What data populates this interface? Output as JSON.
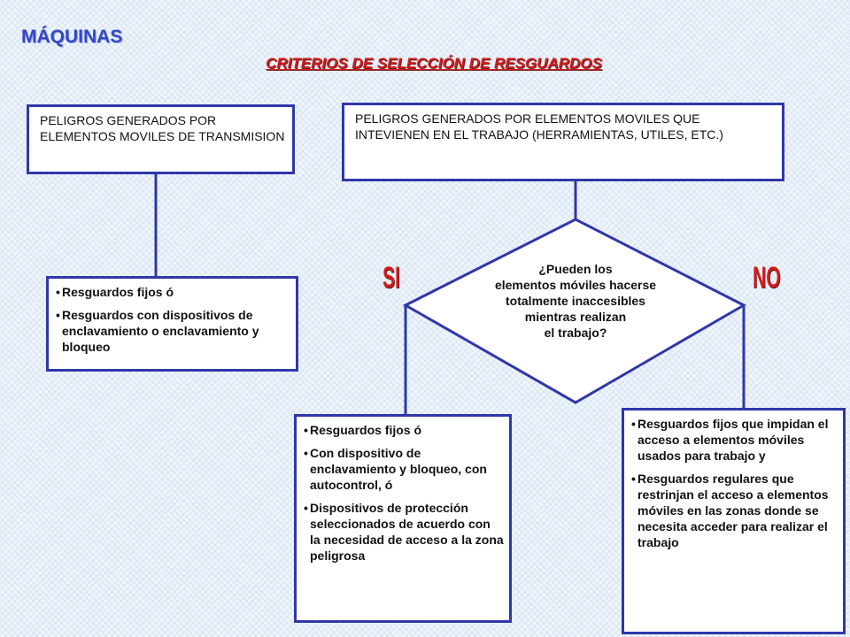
{
  "title": "MÁQUINAS",
  "subtitle": "CRITERIOS DE SELECCIÓN DE RESGUARDOS",
  "left_hazard": "PELIGROS GENERADOS POR ELEMENTOS MOVILES DE TRANSMISION",
  "right_hazard": "PELIGROS GENERADOS POR ELEMENTOS MOVILES QUE INTEVIENEN EN EL TRABAJO (HERRAMIENTAS, UTILES, ETC.)",
  "decision": {
    "lines": [
      "¿Pueden los",
      "elementos móviles hacerse",
      "totalmente inaccesibles",
      "mientras realizan",
      "el trabajo?"
    ],
    "yes_label": "SI",
    "no_label": "NO"
  },
  "transmission_measures": [
    "Resguardos fijos ó",
    "Resguardos con dispositivos de enclavamiento o enclavamiento y bloqueo"
  ],
  "yes_measures": [
    "Resguardos fijos ó",
    "Con dispositivo de enclavamiento y bloqueo, con autocontrol, ó",
    "Dispositivos de protección seleccionados de acuerdo con la necesidad de acceso a la zona peligrosa"
  ],
  "no_measures": [
    "Resguardos fijos que impidan el acceso a elementos móviles usados para trabajo y",
    "Resguardos regulares que restrinjan el acceso a elementos móviles en las zonas donde se necesita acceder para realizar el trabajo"
  ],
  "colors": {
    "line": "#2f37a9",
    "title": "#3348c6",
    "accent": "#cc1d1d"
  }
}
